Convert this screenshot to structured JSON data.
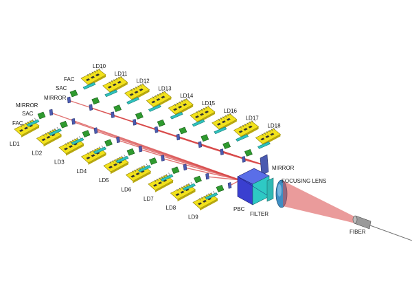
{
  "diagram": {
    "upper_row": {
      "lasers": [
        "LD10",
        "LD11",
        "LD12",
        "LD13",
        "LD14",
        "LD15",
        "LD16",
        "LD17",
        "LD18"
      ]
    },
    "lower_row": {
      "lasers": [
        "LD1",
        "LD2",
        "LD3",
        "LD4",
        "LD5",
        "LD6",
        "LD7",
        "LD8",
        "LD9"
      ]
    },
    "labels": {
      "fac_upper": "FAC",
      "sac_upper": "SAC",
      "mirror_upper": "MIRROR",
      "mirror_lower": "MIRROR",
      "sac_lower": "SAC",
      "fac_lower": "FAC",
      "mirror_right": "MIRROR",
      "focusing_lens": "FOCUSING LENS",
      "pbc": "PBC",
      "filter": "FILTER",
      "fiber": "FIBER"
    },
    "colors": {
      "laser_chip": "#f2e21c",
      "laser_chip_edge": "#9a8a10",
      "fac": "#2fc2bd",
      "sac": "#2f9a2f",
      "mirror": "#4a5ab0",
      "beam": "#d84848",
      "pbc_front": "#3a3fd0",
      "pbc_side": "#2ec9c4",
      "lens": "#3e8fc4"
    }
  }
}
